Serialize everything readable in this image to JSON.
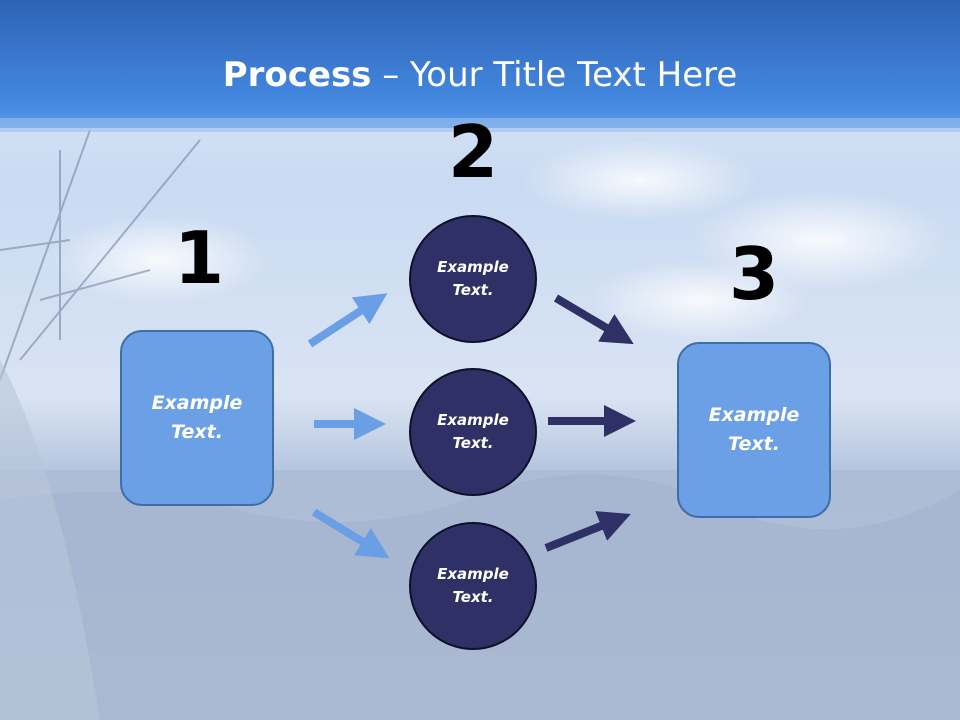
{
  "slide": {
    "title_bold": "Process",
    "title_rest": " – Your Title Text Here"
  },
  "steps": {
    "step1": {
      "number": "1",
      "text_line1": "Example",
      "text_line2": "Text."
    },
    "step2": {
      "number": "2"
    },
    "step3": {
      "number": "3",
      "text_line1": "Example",
      "text_line2": "Text."
    }
  },
  "circles": [
    {
      "text_line1": "Example",
      "text_line2": "Text."
    },
    {
      "text_line1": "Example",
      "text_line2": "Text."
    },
    {
      "text_line1": "Example",
      "text_line2": "Text."
    }
  ],
  "colors": {
    "box_fill": "#6b9fe6",
    "circle_fill": "#2f3166",
    "light_arrow": "#6a9fe6",
    "dark_arrow": "#2f3166",
    "header": "#3f7fd8"
  }
}
